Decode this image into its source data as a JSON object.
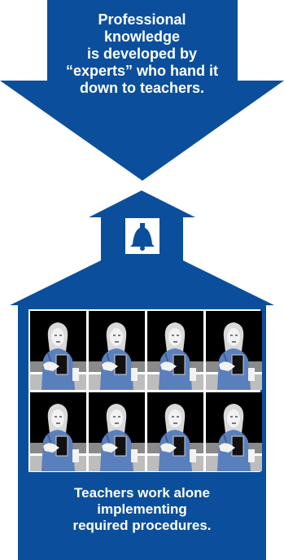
{
  "top_arrow": {
    "lines": [
      "Professional",
      "knowledge",
      "is developed by",
      "“experts” who hand it",
      "down to teachers."
    ]
  },
  "schoolhouse": {
    "bell_icon": "bell-icon",
    "bottom_lines": [
      "Teachers work alone",
      "implementing",
      "required procedures."
    ]
  },
  "grid": {
    "rows": 2,
    "cols": 4,
    "figure_icon": "teacher-holding-book-figure"
  },
  "colors": {
    "primary_blue": "#0b4f9c",
    "figure_blue": "#5a7fbd",
    "background": "#ffffff",
    "panel_black": "#000000"
  }
}
